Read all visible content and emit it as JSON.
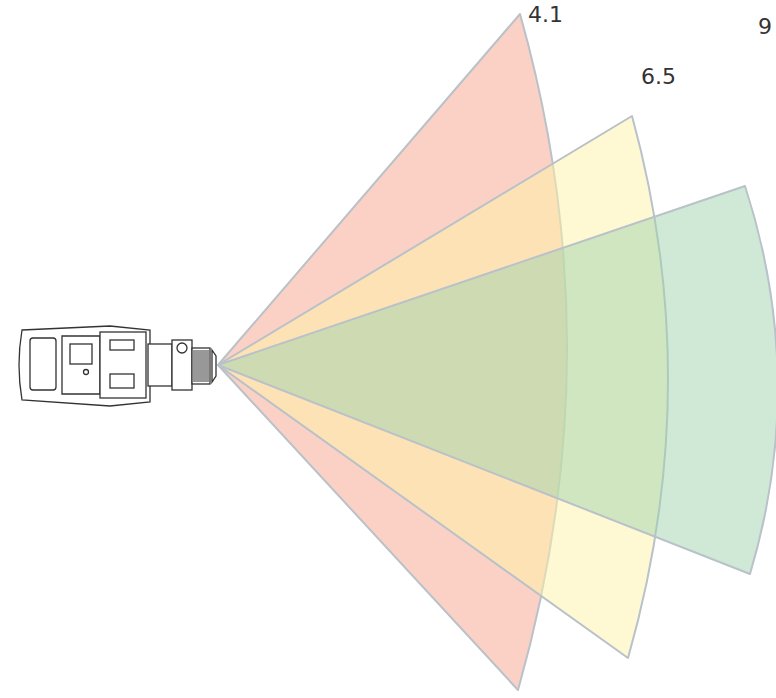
{
  "diagram": {
    "labels": [
      "4.1",
      "6.5",
      "9"
    ]
  }
}
